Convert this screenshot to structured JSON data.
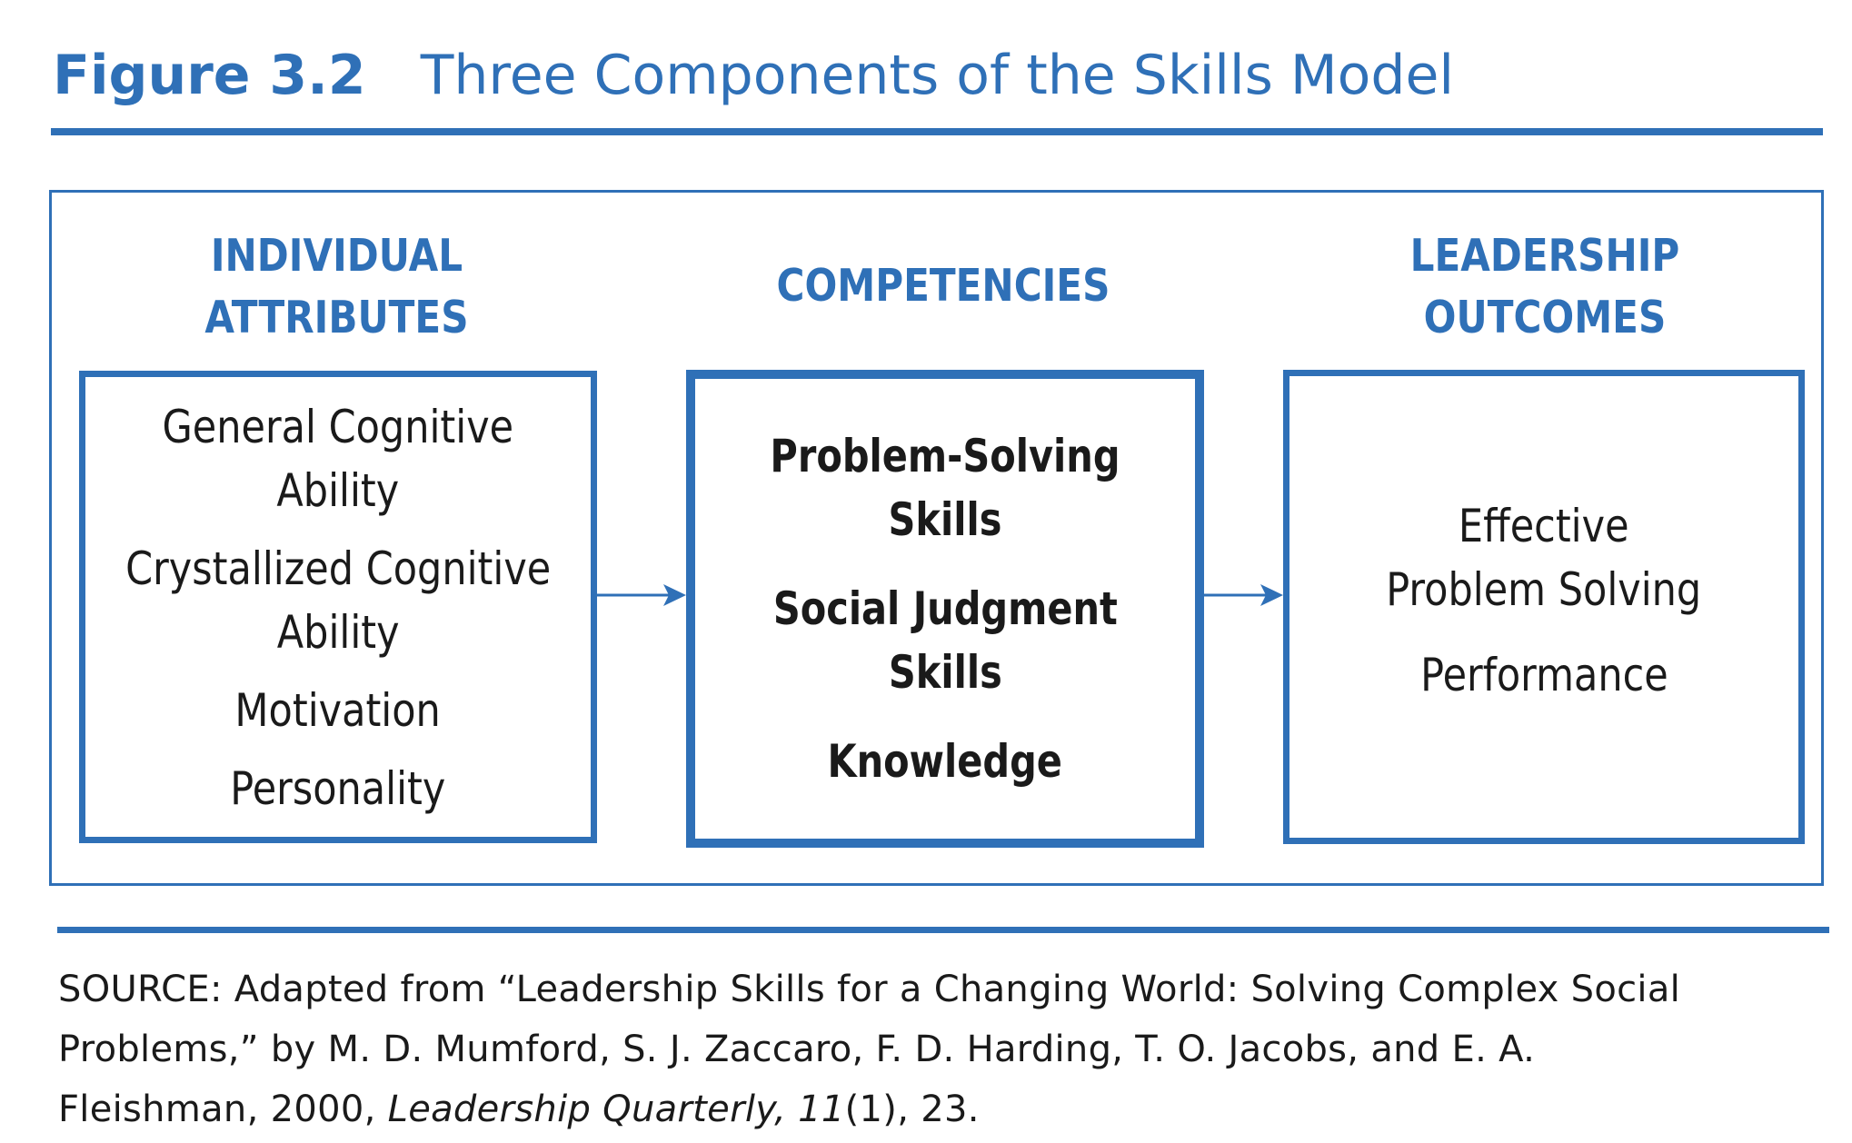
{
  "figure": {
    "number": "Figure 3.2",
    "title": "Three Components of the Skills Model"
  },
  "columns": [
    {
      "heading_lines": [
        "INDIVIDUAL",
        "ATTRIBUTES"
      ],
      "items": [
        {
          "lines": [
            "General Cognitive",
            "Ability"
          ]
        },
        {
          "lines": [
            "Crystallized Cognitive",
            "Ability"
          ]
        },
        {
          "lines": [
            "Motivation"
          ]
        },
        {
          "lines": [
            "Personality"
          ]
        }
      ]
    },
    {
      "heading_lines": [
        "COMPETENCIES"
      ],
      "items": [
        {
          "lines": [
            "Problem-Solving",
            "Skills"
          ]
        },
        {
          "lines": [
            "Social Judgment",
            "Skills"
          ]
        },
        {
          "lines": [
            "Knowledge"
          ]
        }
      ]
    },
    {
      "heading_lines": [
        "LEADERSHIP",
        "OUTCOMES"
      ],
      "items": [
        {
          "lines": [
            "Effective",
            "Problem Solving"
          ]
        },
        {
          "lines": [
            "Performance"
          ]
        }
      ]
    }
  ],
  "source": {
    "line1": "SOURCE: Adapted from “Leadership Skills for a Changing World: Solving Complex Social",
    "line2": "Problems,” by M. D. Mumford, S. J. Zaccaro, F. D. Harding, T. O. Jacobs, and E. A.",
    "line3_prefix": "Fleishman, 2000, ",
    "journal": "Leadership Quarterly,",
    "volume": " 11",
    "line3_suffix": "(1), 23."
  },
  "colors": {
    "accent": "#2f70b7",
    "text": "#1a1a1a"
  }
}
